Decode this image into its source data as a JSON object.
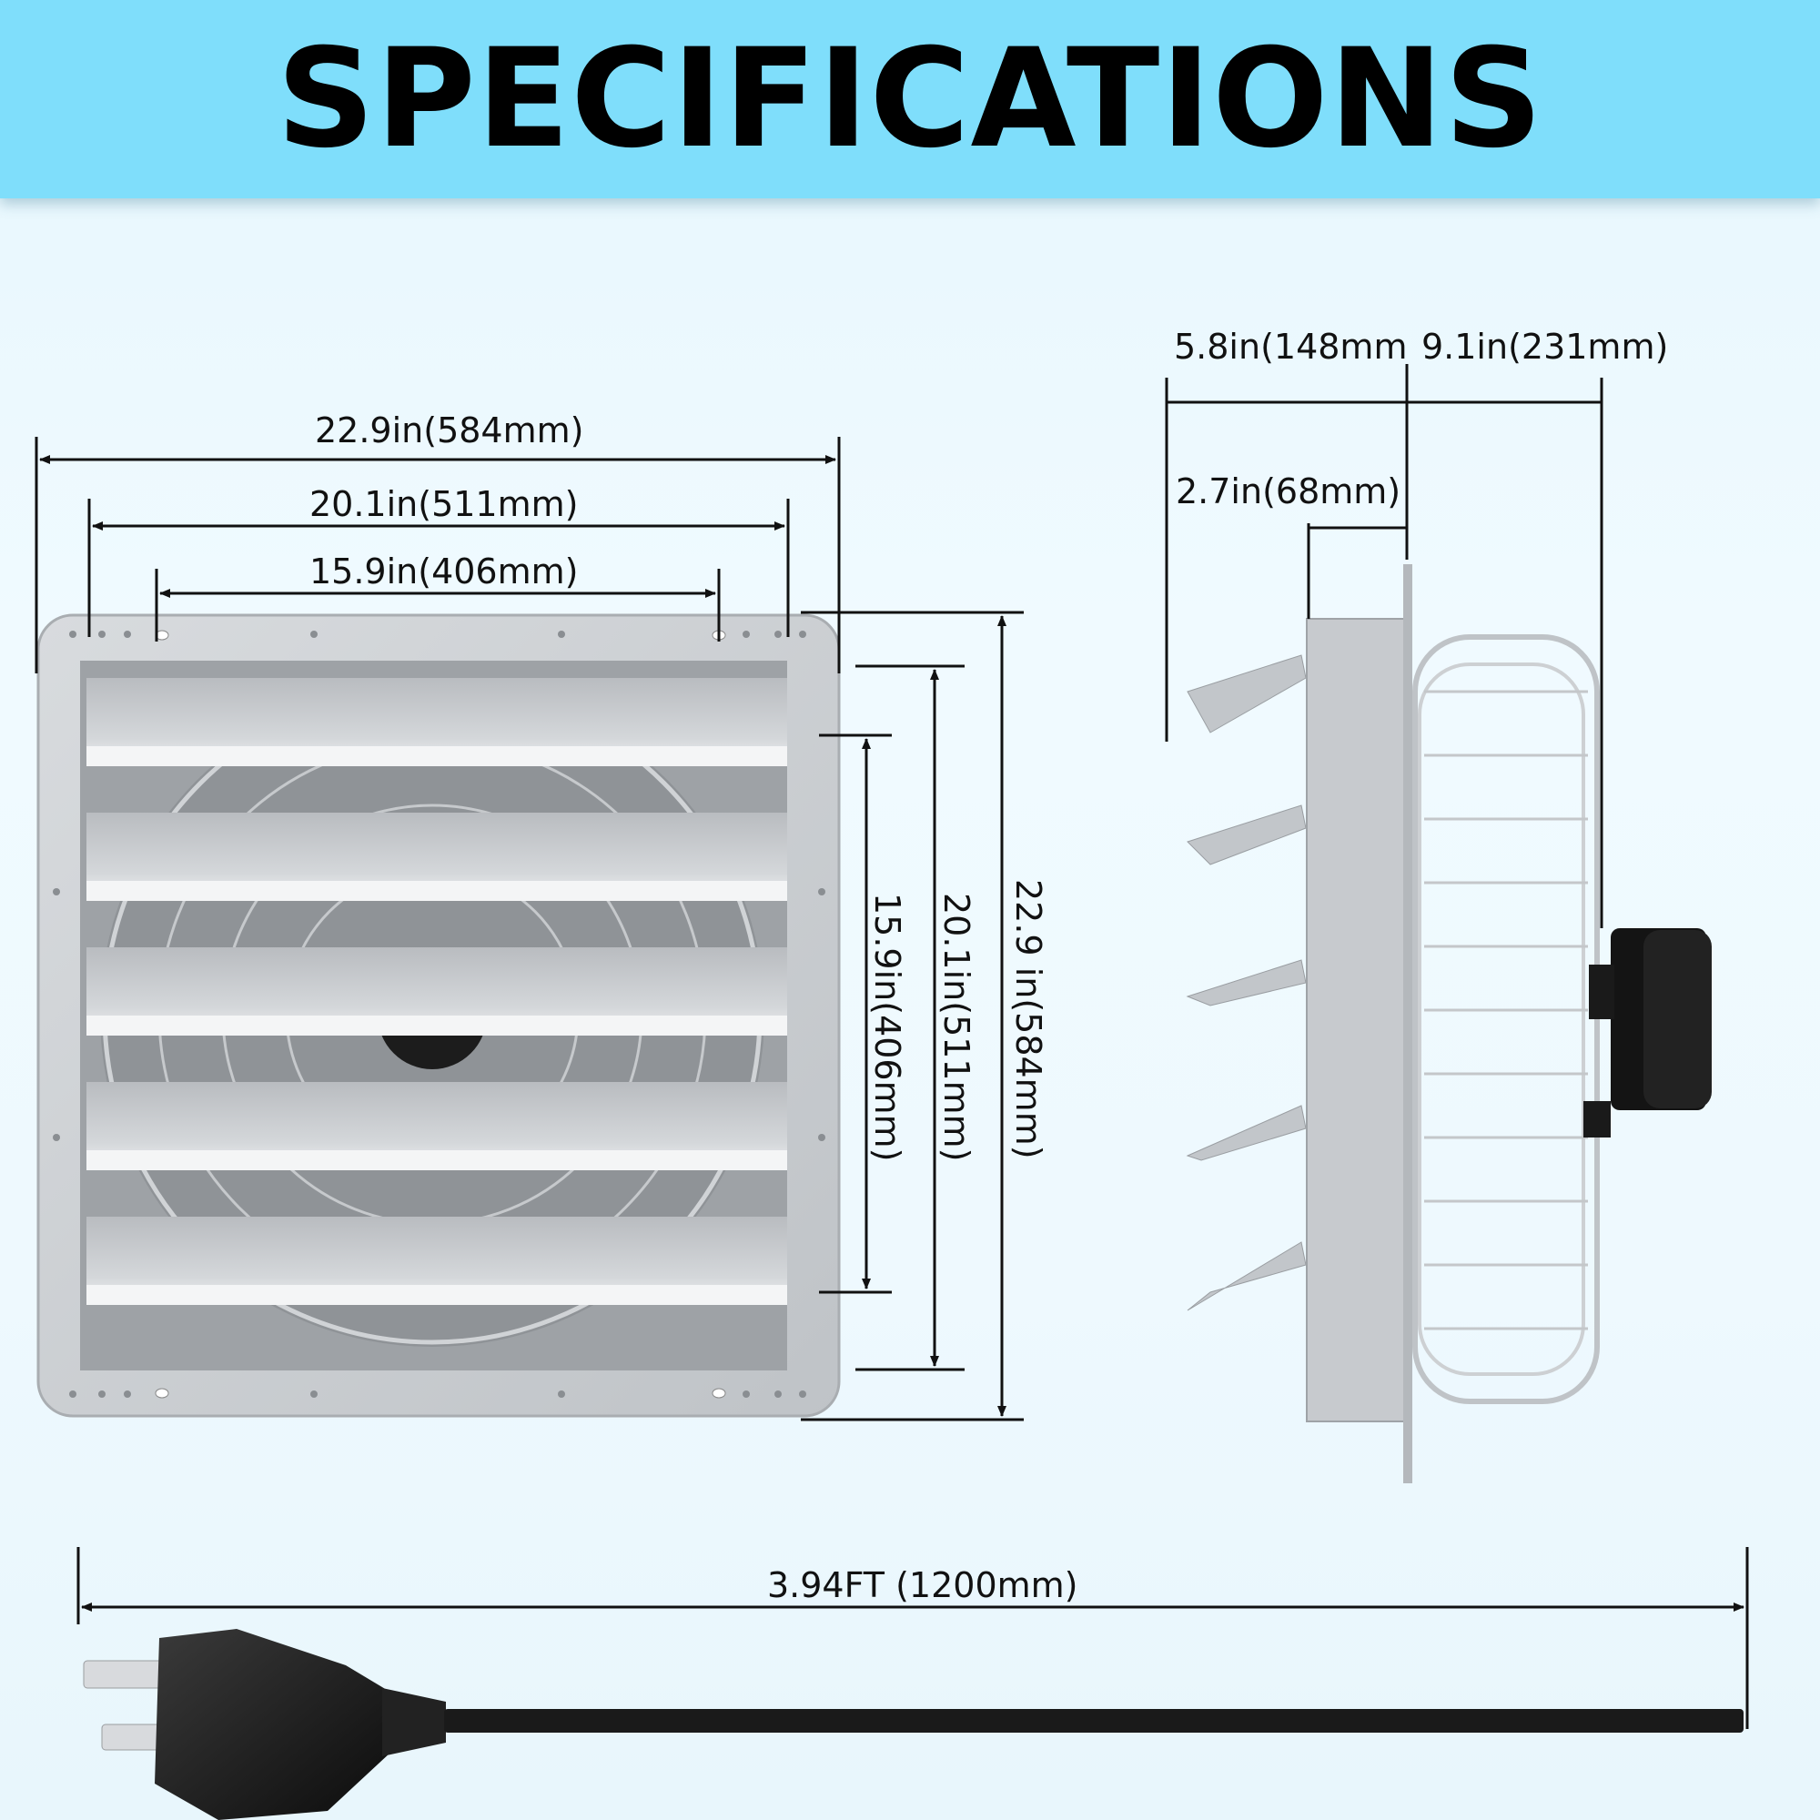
{
  "header": {
    "title": "SPECIFICATIONS"
  },
  "front_view": {
    "overall_width": "22.9in(584mm)",
    "frame_width": "20.1in(511mm)",
    "opening_width": "15.9in(406mm)",
    "opening_height": "15.9in(406mm)",
    "frame_height": "20.1in(511mm)",
    "overall_height": "22.9 in(584mm)"
  },
  "side_view": {
    "depth_front": "5.8in(148mm",
    "depth_back": "9.1in(231mm)",
    "flange_depth": "2.7in(68mm)"
  },
  "cord": {
    "length": "3.94FT (1200mm)"
  },
  "colors": {
    "banner": "#7fdefb",
    "background": "#eaf8fe",
    "metal": "#c9ccd0",
    "cord": "#1a1a1a"
  }
}
